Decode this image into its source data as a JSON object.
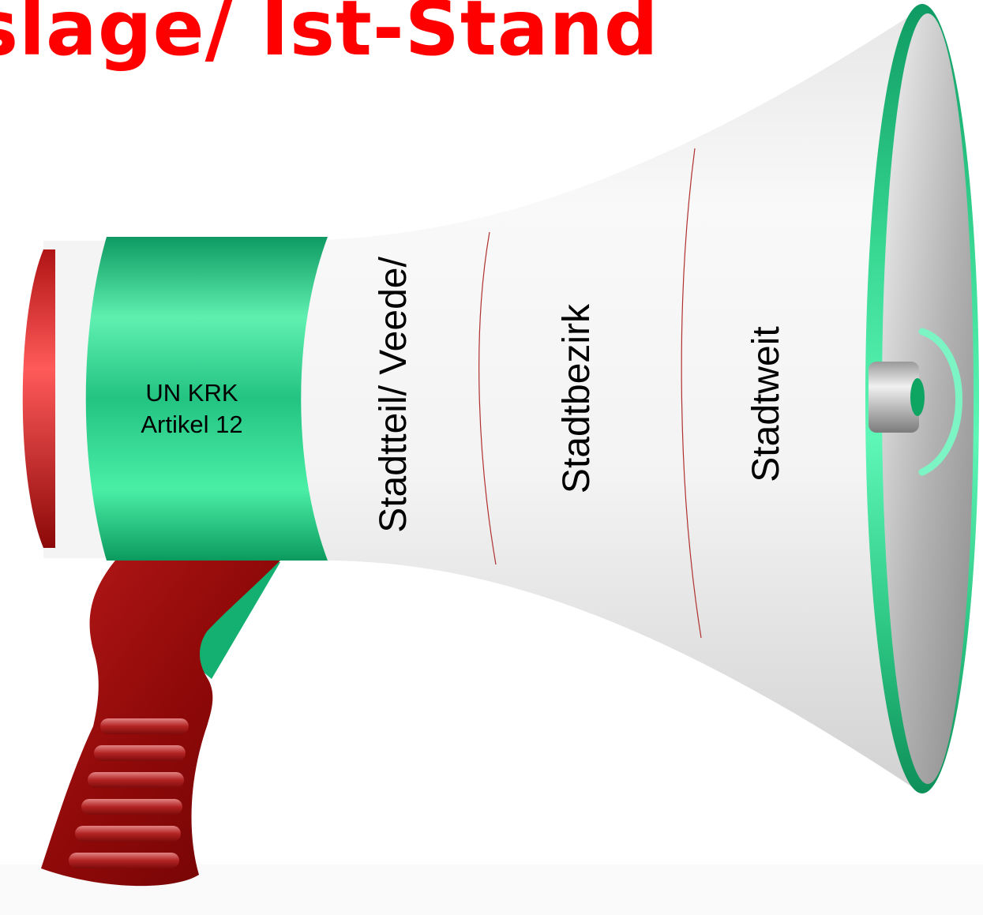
{
  "headline": "slage/ Ist-Stand",
  "band_label": {
    "line1": "UN KRK",
    "line2": "Artikel 12"
  },
  "zones": [
    {
      "label": "Stadtteil/ Veede/"
    },
    {
      "label": "Stadtbezirk"
    },
    {
      "label": "Stadtweit"
    }
  ],
  "colors": {
    "headline": "#ff0000",
    "accent_green": "#1fbe7f",
    "handle_red": "#9c0b0b",
    "body_white": "#f4f4f4",
    "zone_divider": "#b03030"
  }
}
